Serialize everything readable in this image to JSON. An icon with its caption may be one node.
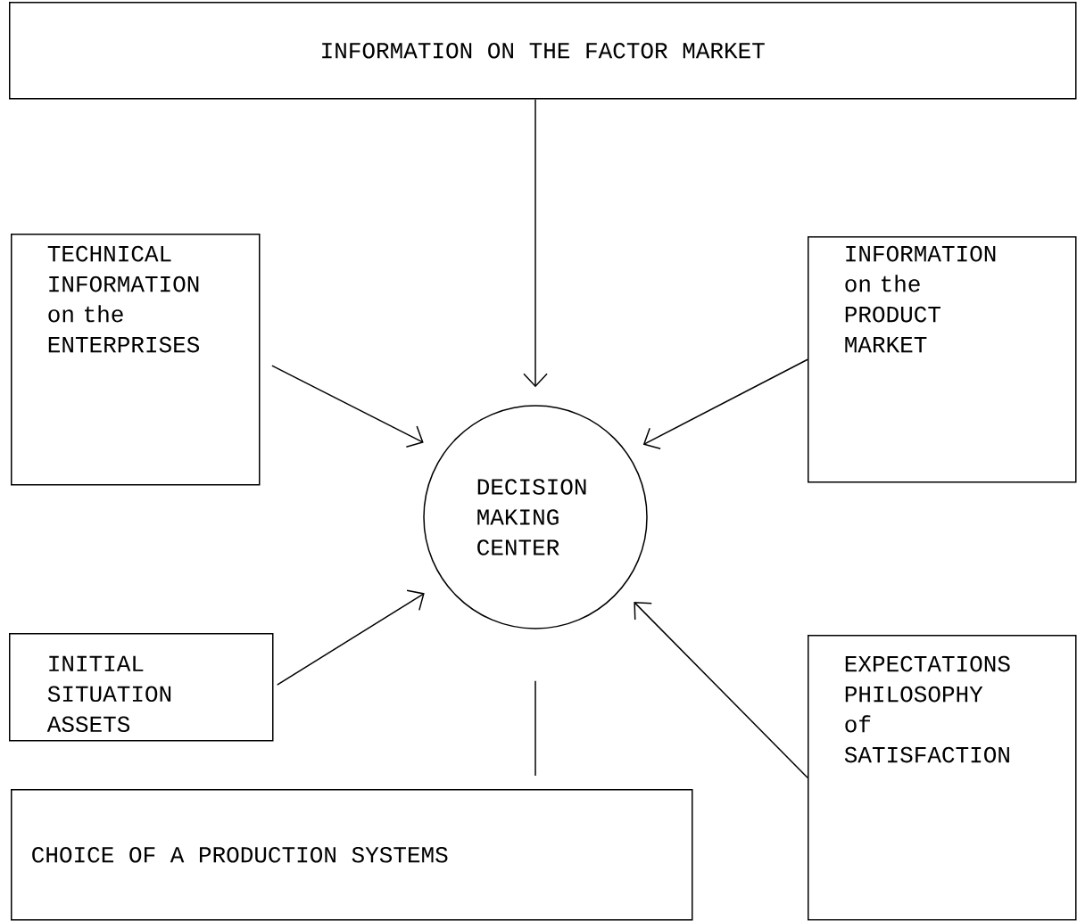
{
  "diagram": {
    "nodes": [
      {
        "text": [
          "INFORMATION ON THE FACTOR MARKET"
        ]
      },
      {
        "text": [
          "TECHNICAL INFORMATION on the ENTERPRISES"
        ]
      },
      {
        "text": [
          "INFORMATION on the PRODUCT MARKET"
        ]
      },
      {
        "text": [
          "DECISION MAKING CENTER"
        ]
      },
      {
        "text": [
          "INITIAL SITUATION ASSETS"
        ]
      },
      {
        "text": [
          "EXPECTATIONS PHILOSOPHY of SATISFACTION"
        ]
      },
      {
        "text": [
          "CHOICE OF A PRODUCTION SYSTEMS"
        ]
      }
    ],
    "edges": [
      {
        "from": 0,
        "to": 3,
        "arrow": "to"
      },
      {
        "from": 1,
        "to": 3,
        "arrow": "to"
      },
      {
        "from": 2,
        "to": 3,
        "arrow": "to"
      },
      {
        "from": 4,
        "to": 3,
        "arrow": "to"
      },
      {
        "from": 5,
        "to": 3,
        "arrow": "to"
      },
      {
        "from": 3,
        "to": 6,
        "arrow": "none"
      }
    ]
  }
}
